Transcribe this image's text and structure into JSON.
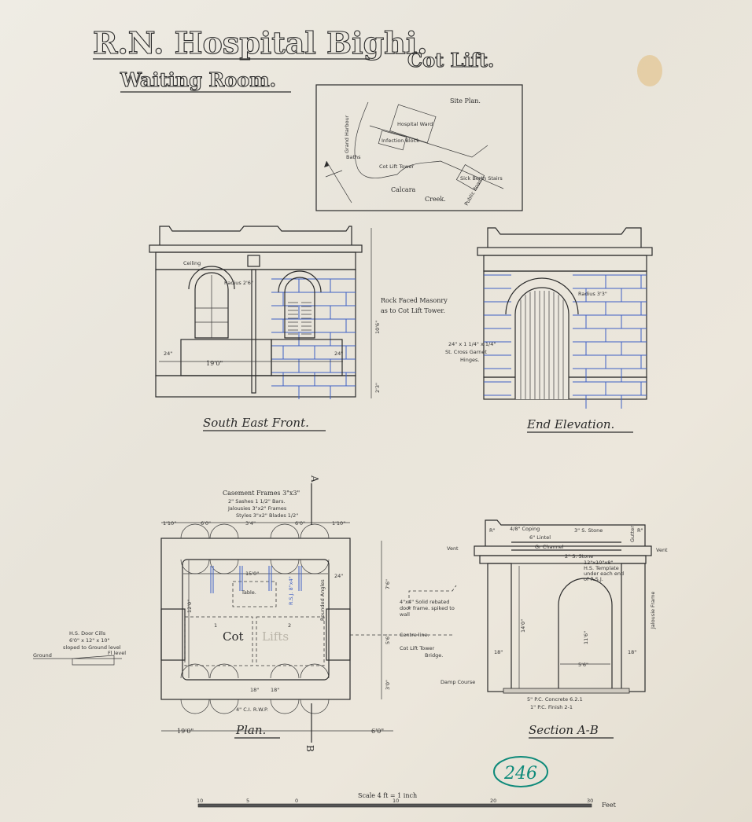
{
  "title": {
    "main": "R.N. Hospital Bighi.",
    "subtitle": "Waiting Room.",
    "cot_lift": "Cot Lift."
  },
  "site_plan": {
    "heading": "Site Plan.",
    "grand_harbour": "Grand Harbour",
    "hospital_ward": "Hospital Ward",
    "infection_block": "Infection Block",
    "baths": "Baths",
    "cot_lift_tower": "Cot Lift Tower",
    "calcara_creek_1": "Calcara",
    "calcara_creek_2": "Creek.",
    "sick_berth_stairs": "Sick Berth Stairs",
    "public_road": "Public Road"
  },
  "south_east_front": {
    "label": "South East Front.",
    "ceiling": "Ceiling",
    "radius": "Radius 2'6\"",
    "width_dim": "19'0\"",
    "left_dim": "24\"",
    "right_dim": "24\"",
    "height_dim": "10'6\"",
    "plinth_dim": "2'3\"",
    "note_1": "Rock Faced Masonry",
    "note_2": "as to Cot Lift Tower."
  },
  "end_elevation": {
    "label": "End Elevation.",
    "radius": "Radius 3'3\"",
    "hinge_1": "24\" x 1 1/4\" x 1/4\"",
    "hinge_2": "St. Cross Garnet",
    "hinge_3": "Hinges."
  },
  "plan": {
    "label": "Plan.",
    "frames_1": "Casement Frames 3\"x3\"",
    "frames_2": "2\" Sashes 1 1/2\" Bars.",
    "frames_3": "Jalousies 3\"x2\" Frames",
    "frames_4": "Styles 3\"x2\" Blades 1/2\"",
    "dims_top": [
      "1'10\"",
      "6'0\"",
      "3'4\"",
      "6'0\"",
      "1'10\""
    ],
    "inner_width": "15'0\"",
    "depth": "12'0\"",
    "table": "Table.",
    "rsj": "R.S.J. 8\"x4\"",
    "rounded_angles": "Rounded Angles",
    "wall_dim": "24\"",
    "cot": "Cot",
    "lifts": "Lifts",
    "num_1": "1",
    "num_2": "2",
    "bottom_18a": "18\"",
    "bottom_18b": "18\"",
    "rwp": "4\" C.I. R.W.P.",
    "overall_width": "19'0\"",
    "bridge_dim": "6'0\"",
    "right_dim_1": "7'6\"",
    "right_dim_2": "5'6\"",
    "right_dim_3": "3'0\"",
    "door_note_1": "4\"x4\" Solid rebated",
    "door_note_2": "door frame. spiked to",
    "door_note_3": "wall",
    "centre_line": "Centre line.",
    "bridge_1": "Cot Lift Tower",
    "bridge_2": "Bridge.",
    "sill_1": "H.S. Door Cills",
    "sill_2": "6'0\" x 12\" x 10\"",
    "sill_3": "sloped to Ground level",
    "fl_level": "Fl level",
    "ground": "Ground",
    "section_a": "A",
    "section_b": "B"
  },
  "section_ab": {
    "label": "Section A-B",
    "coping": "4/8\" Coping",
    "stone_3": "3\" S. Stone",
    "lintel": "6\" Lintel",
    "channel": "Gr Channel",
    "stone_2": "2\" S. Stone",
    "rsj_1": "12\"x10\"x8\"",
    "rsj_2": "H.S. Template",
    "rsj_3": "under each end",
    "rsj_4": "of R.S.J.",
    "vent_l": "Vent",
    "vent_r": "Vent",
    "r_l": "R\"",
    "r_r": "R\"",
    "gutter": "Gutter",
    "height": "14'0\"",
    "arch_h": "11'6\"",
    "opening": "5'6\"",
    "dim_18l": "18\"",
    "dim_18r": "18\"",
    "jalousie": "Jalousie Frame",
    "damp": "Damp Course",
    "concrete": "5\" P.C. Concrete 6.2.1",
    "finish": "1\" P.C. Finish 2-1"
  },
  "scale": {
    "title": "Scale 4 ft = 1 inch",
    "ticks": [
      "10",
      "5",
      "0",
      "10",
      "20",
      "30"
    ],
    "unit": "Feet"
  },
  "stamp": {
    "number": "246",
    "color": "#0e8a7a"
  },
  "colors": {
    "ink": "#2b2b2b",
    "blue": "#3d5fc4",
    "paper": "#ece8df"
  }
}
